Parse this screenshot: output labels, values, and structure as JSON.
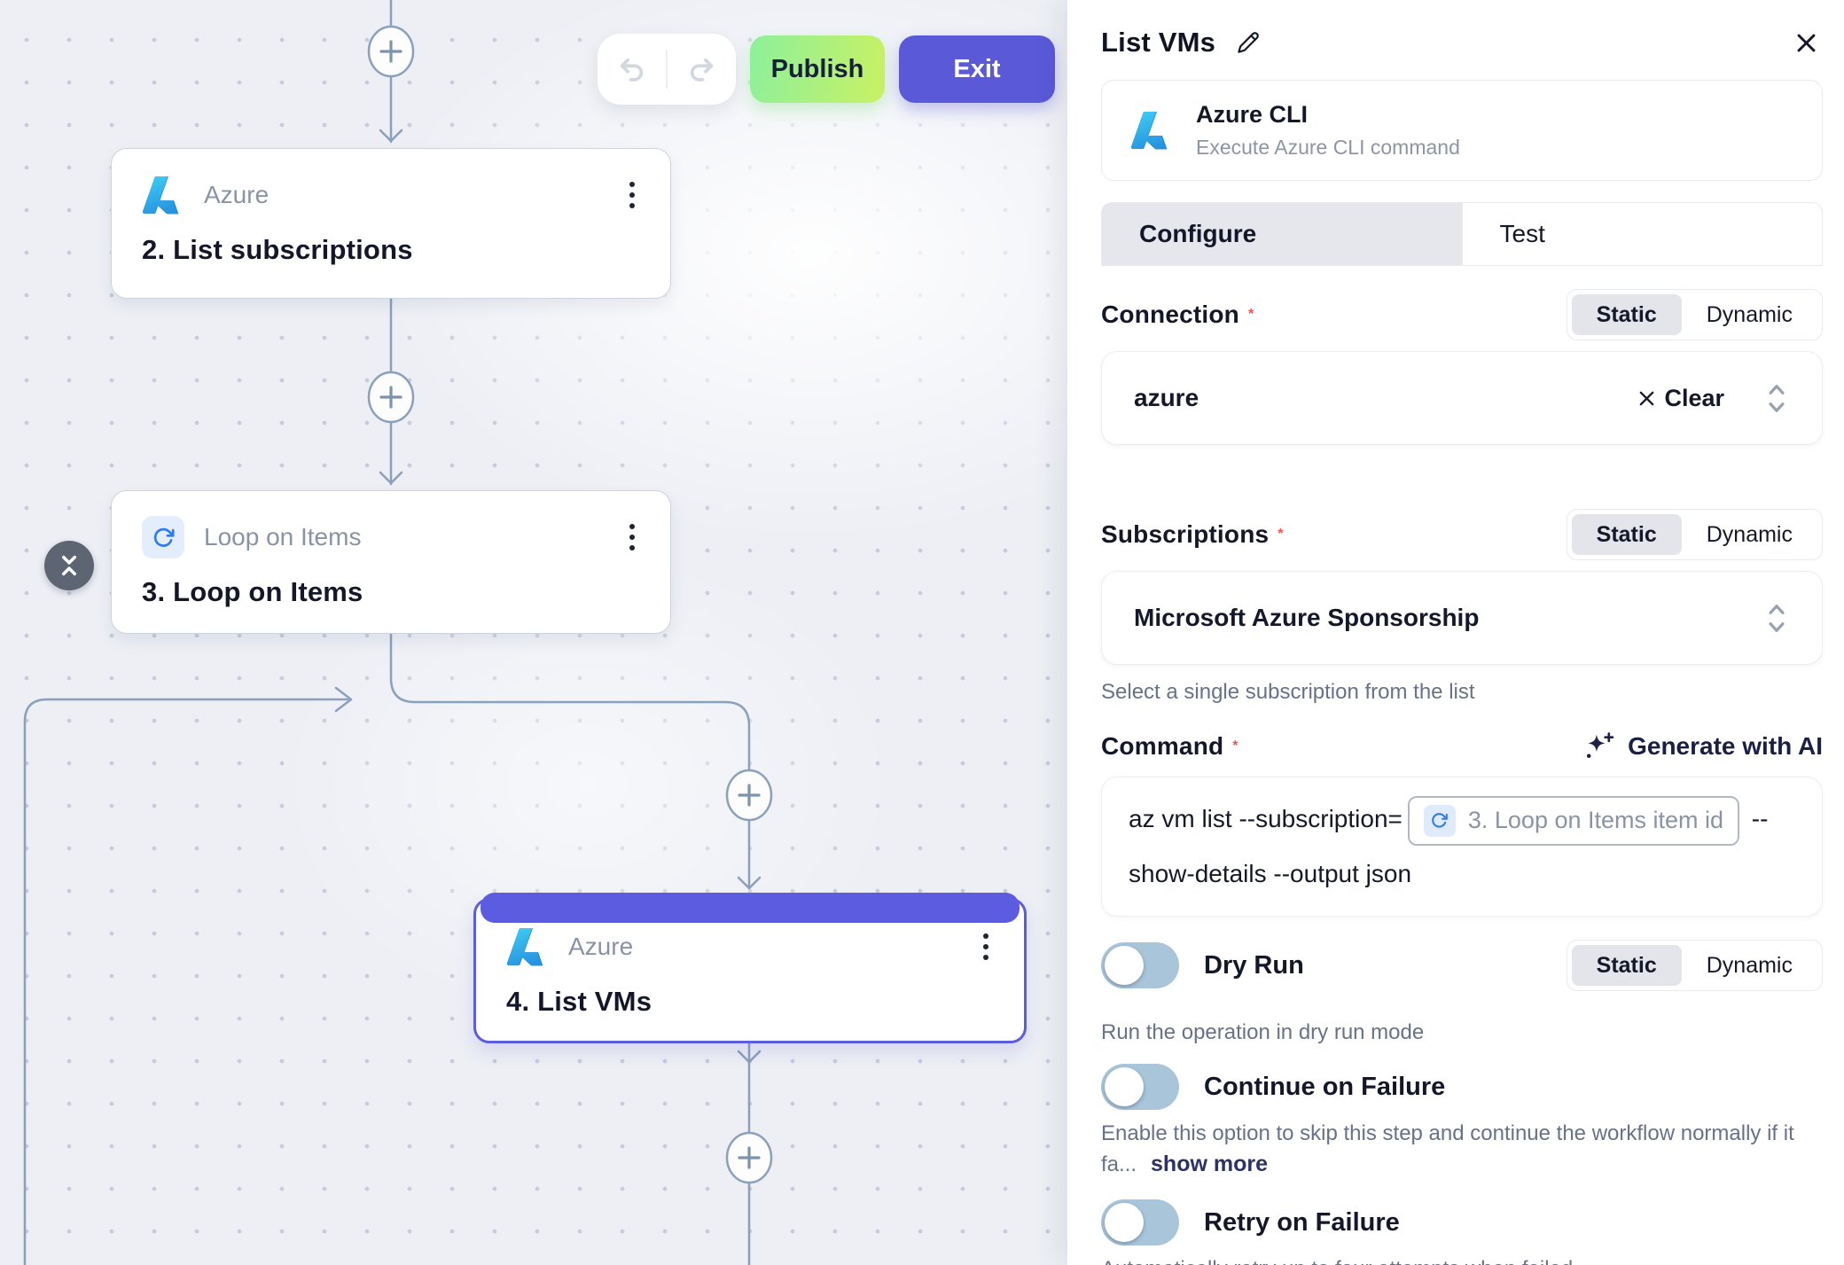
{
  "toolbar": {
    "publish_label": "Publish",
    "exit_label": "Exit"
  },
  "canvas": {
    "nodes": [
      {
        "app": "Azure",
        "title": "2. List subscriptions",
        "icon": "azure-logo",
        "selected": false
      },
      {
        "app": "Loop on Items",
        "title": "3. Loop on Items",
        "icon": "loop-icon",
        "selected": false
      },
      {
        "app": "Azure",
        "title": "4. List VMs",
        "icon": "azure-logo",
        "selected": true
      }
    ]
  },
  "panel": {
    "title": "List VMs",
    "app_card": {
      "name": "Azure CLI",
      "description": "Execute Azure CLI command"
    },
    "tabs": {
      "configure": "Configure",
      "test": "Test"
    },
    "modes": {
      "static": "Static",
      "dynamic": "Dynamic"
    },
    "required_marker": "*",
    "connection": {
      "label": "Connection",
      "value": "azure",
      "clear_label": "Clear"
    },
    "subscriptions": {
      "label": "Subscriptions",
      "value": "Microsoft Azure Sponsorship",
      "helper": "Select a single subscription from the list"
    },
    "command": {
      "label": "Command",
      "generate_label": "Generate with AI",
      "text_before": "az vm list --subscription=",
      "token_label": "3. Loop on Items item id",
      "text_after": " --show-details --output json"
    },
    "dry_run": {
      "label": "Dry Run",
      "helper": "Run the operation in dry run mode",
      "enabled": false
    },
    "continue_on_failure": {
      "label": "Continue on Failure",
      "helper": "Enable this option to skip this step and continue the workflow normally if it fa...",
      "show_more_label": "show more",
      "enabled": false
    },
    "retry_on_failure": {
      "label": "Retry on Failure",
      "helper": "Automatically retry up to four attempts when failed.",
      "enabled": false
    }
  },
  "colors": {
    "accent_purple": "#5a5ad8",
    "selection_purple": "#5c5ce0",
    "publish_green_start": "#8df09c",
    "publish_green_end": "#c9f163",
    "azure_blue": "#2f7bf0",
    "edge_line": "#8aa0bb",
    "required_red": "#f4564e",
    "toggle_track": "#a9c5da"
  }
}
